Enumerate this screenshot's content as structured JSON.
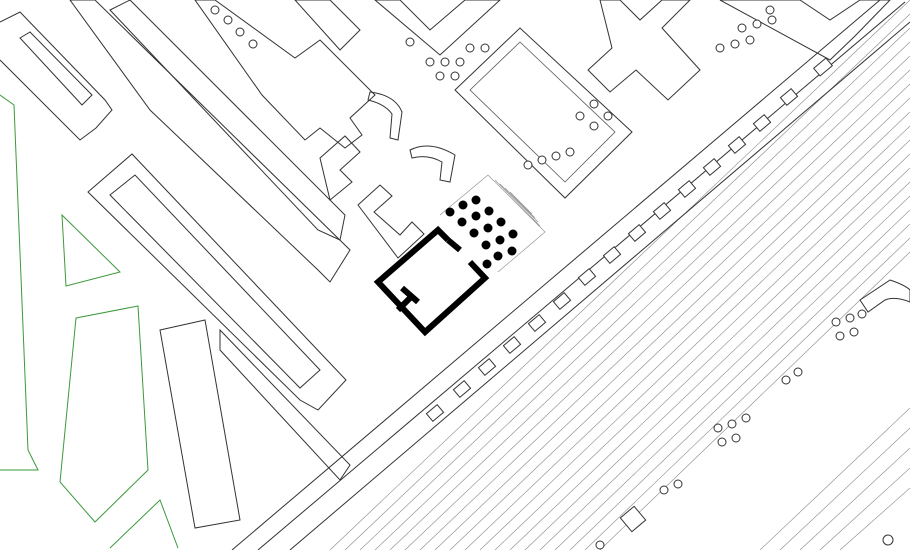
{
  "map": {
    "labels": [],
    "colors": {
      "background": "#ffffff",
      "line": "#333333",
      "green_outline": "#3a9a3a",
      "highlight": "#000000"
    },
    "features": {
      "highlighted_structure": "temple-plan",
      "colonnade": "filled-columns",
      "river_banks": "contour-lines",
      "green_areas": "outlined-plots"
    }
  }
}
